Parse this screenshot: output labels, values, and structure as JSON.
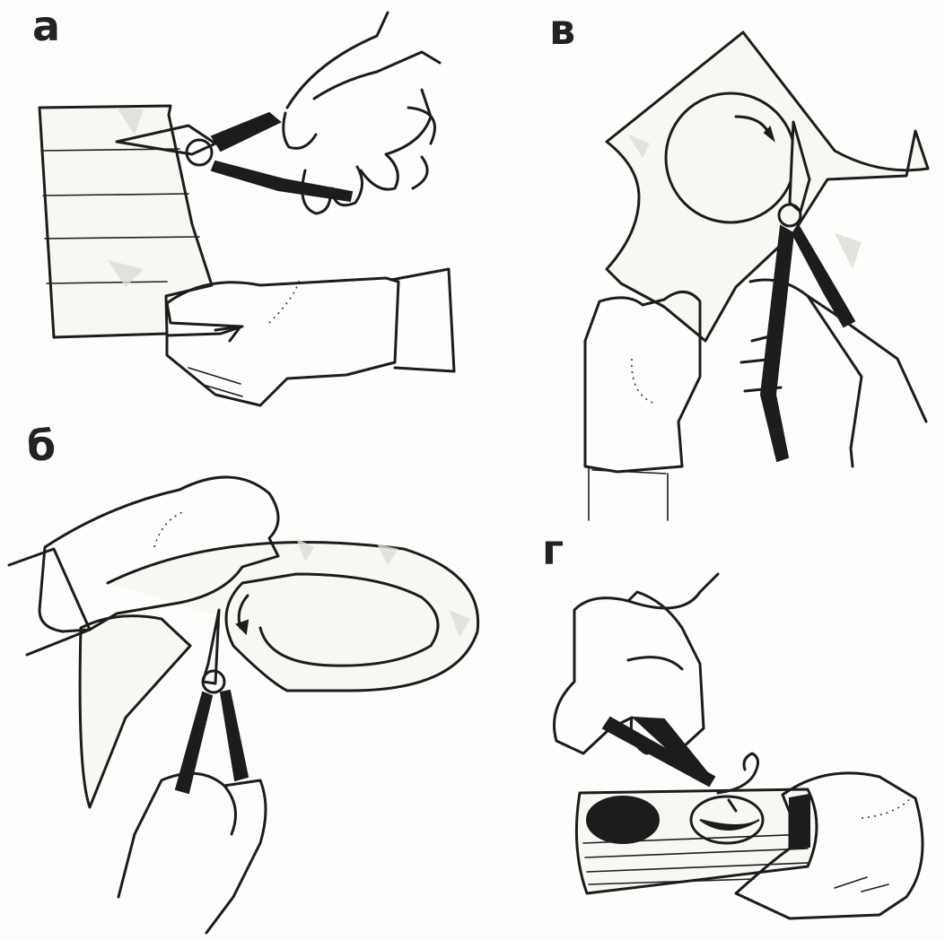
{
  "panels": [
    {
      "id": "a",
      "label": "а"
    },
    {
      "id": "b",
      "label": "в"
    },
    {
      "id": "v",
      "label": "б"
    },
    {
      "id": "g",
      "label": "г"
    }
  ],
  "colors": {
    "ink": "#1c1c1c",
    "paper": "#fdfdfb",
    "shade": "#dcdcd6"
  }
}
